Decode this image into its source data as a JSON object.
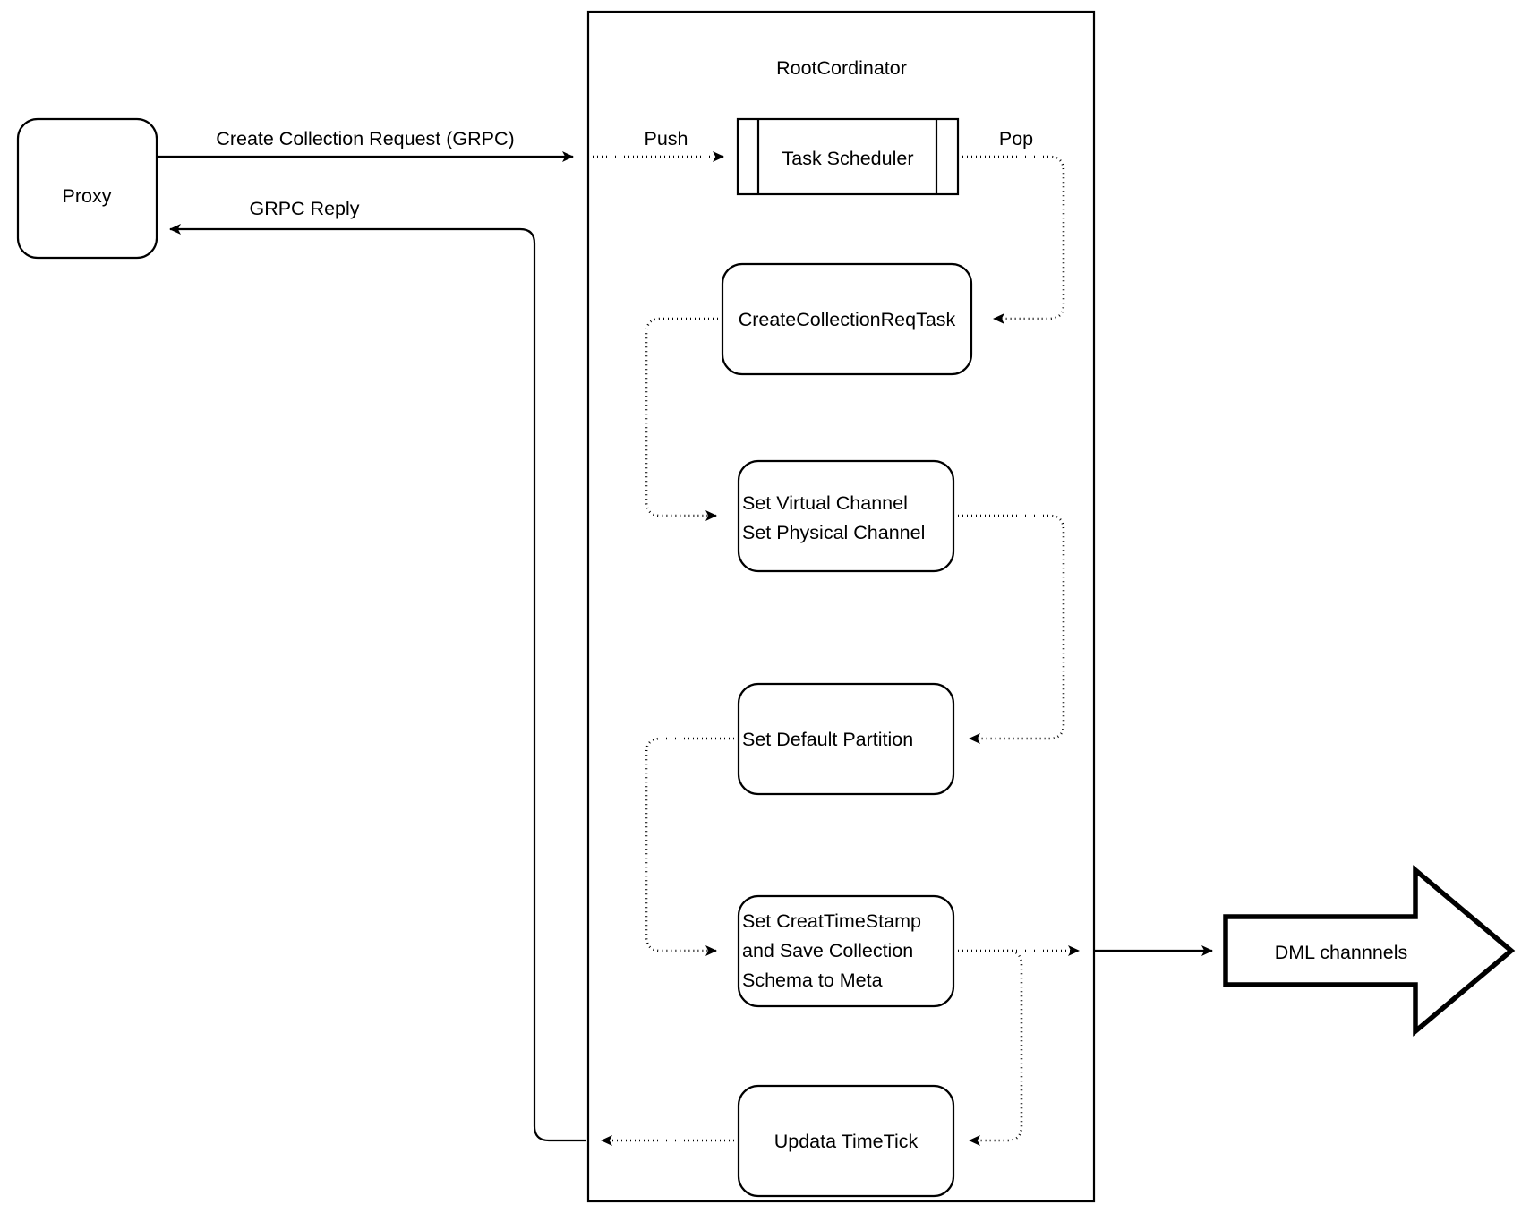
{
  "diagram": {
    "title_visible": false,
    "container": {
      "label": "RootCordinator"
    },
    "nodes": {
      "proxy": {
        "label": "Proxy"
      },
      "task_scheduler": {
        "label": "Task Scheduler"
      },
      "create_collection_req_task": {
        "label": "CreateCollectionReqTask"
      },
      "set_channel": {
        "line1": "Set Virtual Channel",
        "line2": "Set Physical Channel"
      },
      "set_default_partition": {
        "label": "Set Default Partition"
      },
      "set_timestamp": {
        "line1": "Set CreatTimeStamp",
        "line2": "and Save Collection",
        "line3": "Schema to Meta"
      },
      "update_timetick": {
        "label": "Updata TimeTick"
      },
      "dml_channels": {
        "label": "DML channnels"
      }
    },
    "edges": {
      "create_collection_request": {
        "label": "Create Collection Request (GRPC)"
      },
      "grpc_reply": {
        "label": "GRPC Reply"
      },
      "push": {
        "label": "Push"
      },
      "pop": {
        "label": "Pop"
      }
    },
    "colors": {
      "stroke": "#000000",
      "fill": "#ffffff",
      "text": "#000000"
    }
  }
}
